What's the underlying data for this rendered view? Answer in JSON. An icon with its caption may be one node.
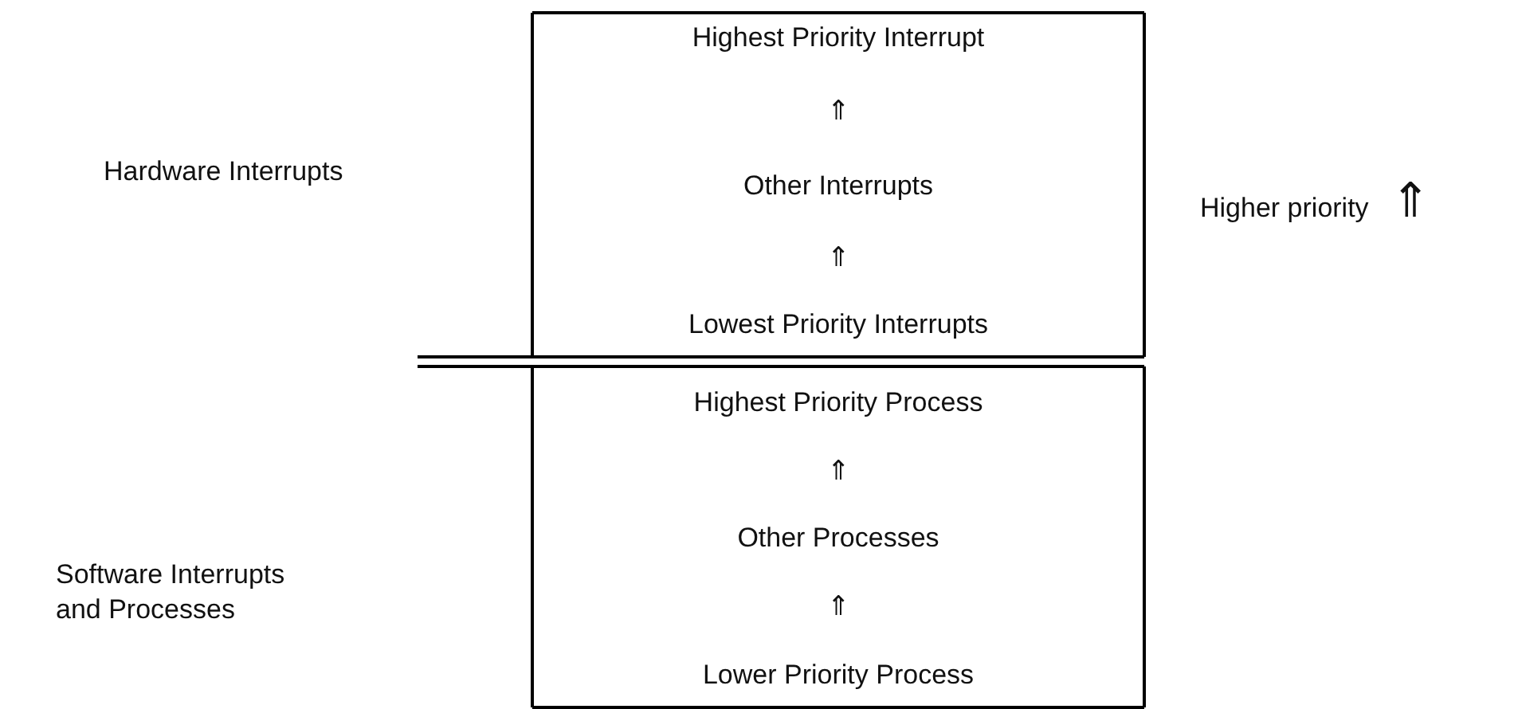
{
  "diagram": {
    "labels": [
      "Highest Priority Interrupt",
      "⇑",
      "Hardware Interrupts",
      "Other Interrupts",
      "Higher priority",
      "⇑",
      "⇑",
      "Lowest Priority Interrupts",
      "Highest Priority Process",
      "⇑",
      "Software Interrupts and Processes",
      "Other Processes",
      "⇑",
      "Lower Priority Process"
    ]
  }
}
